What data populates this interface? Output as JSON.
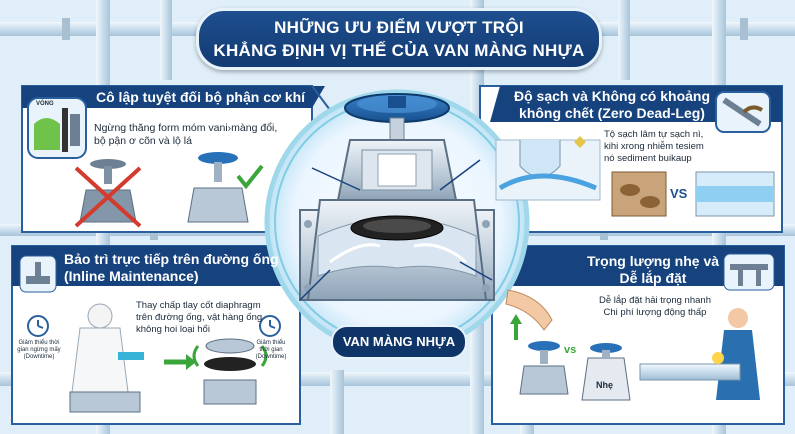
{
  "title": {
    "line1": "NHỮNG ƯU ĐIỂM VƯỢT TRỘI",
    "line2": "KHẲNG ĐỊNH VỊ THẾ CỦA VAN MÀNG NHỰA"
  },
  "panel_isolation": {
    "title": "Cô lập tuyệt đối bộ phận cơ khí",
    "desc_line1": "Ngừng thăng form móm vani›màng đổi,",
    "desc_line2": "bộ pận ơ cõn và lộ lá",
    "icon_label": "VÒNG"
  },
  "panel_clean": {
    "title_line1": "Độ sạch và Không có khoảng",
    "title_line2": "không chết (Zero Dead-Leg)",
    "desc_line1": "Tộ sạch lâm tự sạch nì,",
    "desc_line2": "kihi xrong nhiễm tesiem",
    "desc_line3": "nó sediment buikaup",
    "vs": "VS"
  },
  "panel_maintenance": {
    "title_line1": "Bảo trì trực tiếp trên đường ống",
    "title_line2": "(Inline Maintenance)",
    "desc_line1": "Thay chấp tlay cốt diaphragm",
    "desc_line2": "trên đường ống, vật hàng ống",
    "desc_line3": "không hoi loại hổi",
    "timer_left": [
      "Giảm thiểu thời",
      "gian ngừng mấy",
      "(Downtime)"
    ],
    "timer_right": [
      "Giảm thiểu",
      "thời gian",
      "(Downtime)"
    ]
  },
  "panel_weight": {
    "title_line1": "Trọng lượng nhẹ và",
    "title_line2": "Dễ lắp đặt",
    "desc_line1": "Dễ lắp đặt hải trọng nhanh",
    "desc_line2": "Chi phí lượng động thấp",
    "vs": "vs",
    "scale_label": "Nhẹ"
  },
  "center": {
    "label": "VAN MÀNG NHỰA"
  }
}
